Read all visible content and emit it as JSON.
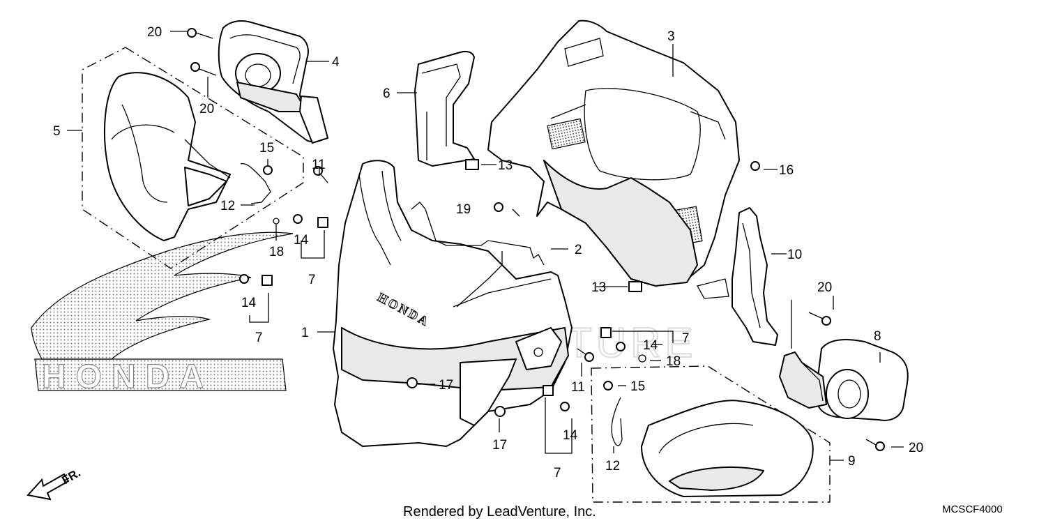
{
  "diagram": {
    "watermark": "LEADVENTURE",
    "emblem_text": "HONDA",
    "front_marker": "FR.",
    "footer_credit": "Rendered by LeadVenture, Inc.",
    "drawing_code": "MCSCF4000",
    "callouts": {
      "c1": "1",
      "c2": "2",
      "c3": "3",
      "c4": "4",
      "c5": "5",
      "c6": "6",
      "c7a": "7",
      "c7b": "7",
      "c7c": "7",
      "c7d": "7",
      "c8": "8",
      "c9": "9",
      "c10": "10",
      "c11a": "11",
      "c11b": "11",
      "c12a": "12",
      "c12b": "12",
      "c13a": "13",
      "c13b": "13",
      "c14a": "14",
      "c14b": "14",
      "c14c": "14",
      "c14d": "14",
      "c15a": "15",
      "c15b": "15",
      "c16": "16",
      "c17a": "17",
      "c17b": "17",
      "c18a": "18",
      "c18b": "18",
      "c19": "19",
      "c20a": "20",
      "c20b": "20",
      "c20c": "20",
      "c20d": "20"
    }
  }
}
